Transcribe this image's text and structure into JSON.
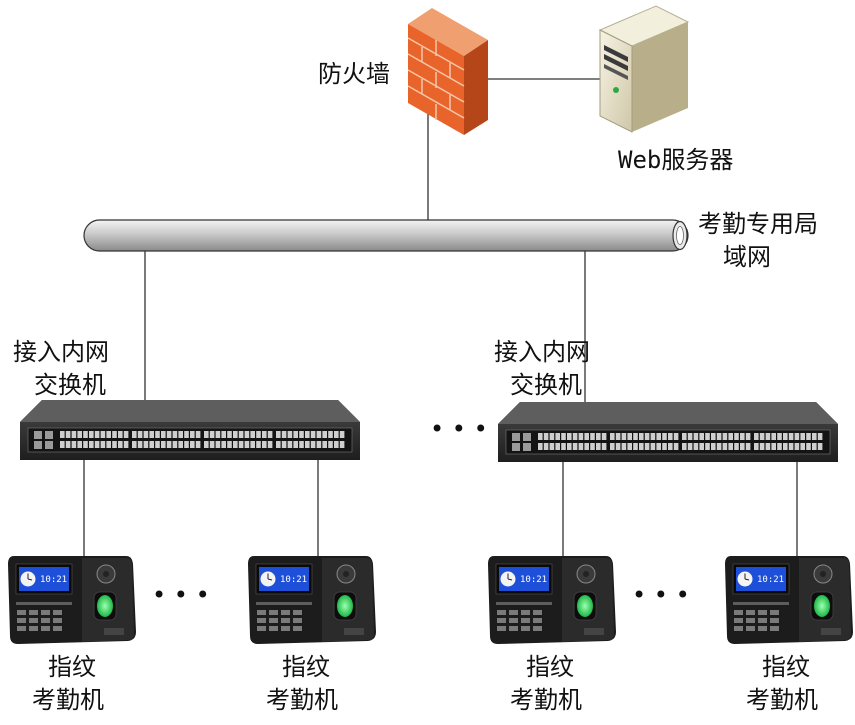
{
  "firewall": {
    "label": "防火墙",
    "icon": "firewall-icon"
  },
  "server": {
    "label_en": "Web",
    "label_zh": "服务器",
    "icon": "server-icon"
  },
  "lan": {
    "line1": "考勤专用局",
    "line2": "域网"
  },
  "switches": [
    {
      "line1": "接入内网",
      "line2": "交换机",
      "icon": "network-switch-icon"
    },
    {
      "line1": "接入内网",
      "line2": "交换机",
      "icon": "network-switch-icon"
    }
  ],
  "terminals": [
    {
      "line1": "指纹",
      "line2": "考勤机",
      "icon": "fingerprint-terminal-icon"
    },
    {
      "line1": "指纹",
      "line2": "考勤机",
      "icon": "fingerprint-terminal-icon"
    },
    {
      "line1": "指纹",
      "line2": "考勤机",
      "icon": "fingerprint-terminal-icon"
    },
    {
      "line1": "指纹",
      "line2": "考勤机",
      "icon": "fingerprint-terminal-icon"
    }
  ],
  "ellipsis": "• • •",
  "colors": {
    "firewall": "#e8642a",
    "firewall_mortar": "#f6c7a8",
    "lan_pipe": "#c9c9c9",
    "device_body": "#1c1c1c",
    "screen": "#1d4fd8",
    "fingerprint_glow": "#27e05a"
  }
}
